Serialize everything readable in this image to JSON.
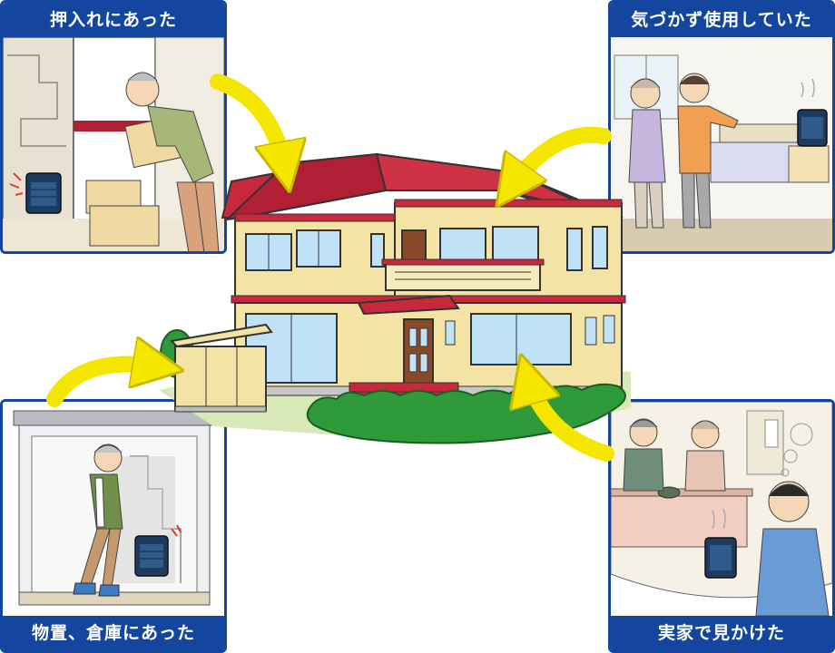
{
  "panels": {
    "top_left": {
      "label": "押入れにあった"
    },
    "top_right": {
      "label": "気づかず使用していた"
    },
    "bottom_left": {
      "label": "物置、倉庫にあった"
    },
    "bottom_right": {
      "label": "実家で見かけた"
    }
  },
  "colors": {
    "panel_border": "#1446a0",
    "arrow": "#f5e600",
    "roof": "#c8283c",
    "wall": "#f3e3a4",
    "heater": "#1e3a5f"
  }
}
